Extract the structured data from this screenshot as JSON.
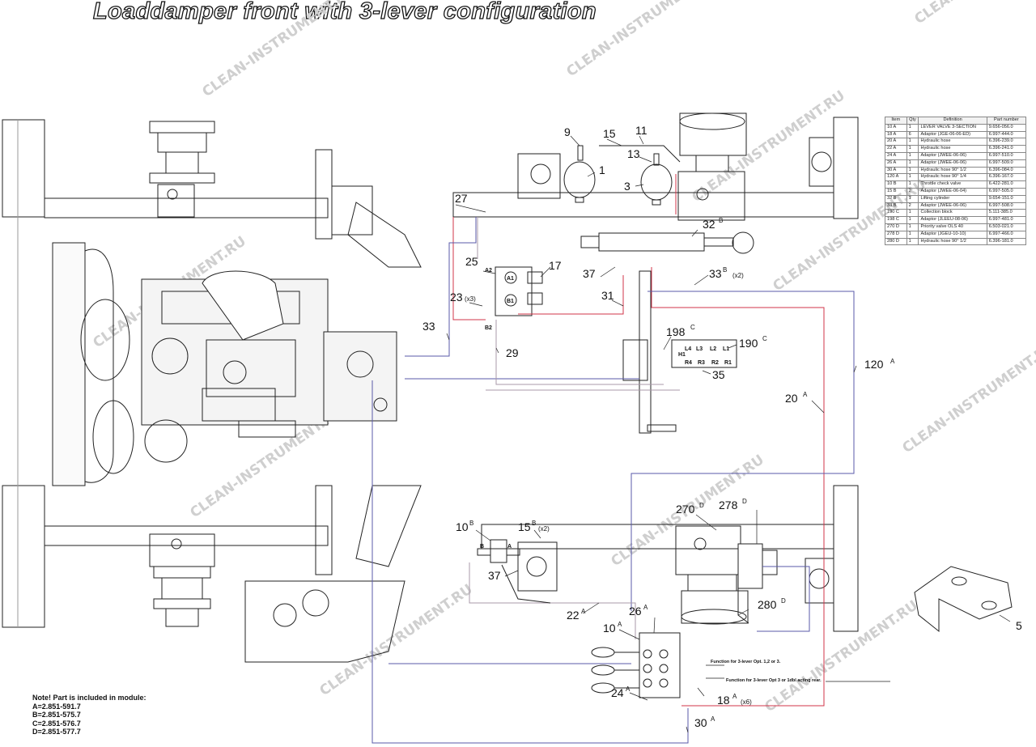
{
  "title": "Loaddamper front with 3-lever configuration",
  "watermark": "CLEAN-INSTRUMENT.RU",
  "parts_table": {
    "headers": [
      "Item",
      "Qty",
      "Definition",
      "Part number"
    ],
    "rows": [
      [
        "10 A",
        "1",
        "LEVER VALVE 3-SECTION",
        "9.656-056.0"
      ],
      [
        "18 A",
        "6",
        "Adaptor (JGE-06-06-ED)",
        "6.997-444.0"
      ],
      [
        "20 A",
        "1",
        "Hydraulic hose",
        "6.396-239.0"
      ],
      [
        "22 A",
        "1",
        "Hydraulic hose",
        "6.396-241.0"
      ],
      [
        "24 A",
        "1",
        "Adaptor (JWEE-06-06)",
        "6.997-510.0"
      ],
      [
        "26 A",
        "1",
        "Adaptor (JWEE-06-06)",
        "6.997-509.0"
      ],
      [
        "30 A",
        "1",
        "Hydraulic hose 90° 1/2",
        "6.396-084.0"
      ],
      [
        "120 A",
        "1",
        "Hydraulic hose 90° 1/4",
        "6.396-167.0"
      ],
      [
        "10 B",
        "1",
        "Throttle check valve",
        "6.422-281.0"
      ],
      [
        "15 B",
        "2",
        "Adaptor (JWEE-06-04)",
        "6.997-505.0"
      ],
      [
        "32 B",
        "1",
        "Lifting cylinder",
        "9.654-151.0"
      ],
      [
        "33 B",
        "2",
        "Adaptor (JWEE-06-06)",
        "6.997-508.0"
      ],
      [
        "190 C",
        "1",
        "Collection block",
        "5.111-385.0"
      ],
      [
        "198 C",
        "1",
        "Adaptor (JLEEU-08-06)",
        "6.997-481.0"
      ],
      [
        "270 D",
        "1",
        "Priority valve OLS 40",
        "6.503-021.0"
      ],
      [
        "278 D",
        "1",
        "Adaptor (JGEU-10-10)",
        "6.997-466.0"
      ],
      [
        "280 D",
        "1",
        "Hydraulic hose 90° 1/2",
        "6.396-181.0"
      ]
    ]
  },
  "module_note": {
    "heading": "Note! Part is included in module:",
    "lines": [
      "A=2.851-591.7",
      "B=2.851-575.7",
      "C=2.851-576.7",
      "D=2.851-577.7"
    ]
  },
  "function_notes": {
    "opt123": "Function for 3-lever Opt. 1,2 or 3.",
    "opt3dbl": "Function for 3-lever Opt 3 or 1dbl acting rear."
  },
  "callouts": {
    "c9": "9",
    "c15": "15",
    "c11": "11",
    "c13": "13",
    "c1": "1",
    "c3": "3",
    "c27": "27",
    "c32": "32",
    "c32s": "B",
    "c25": "25",
    "c17": "17",
    "c37a": "37",
    "c33b": "33",
    "c33bs": "B",
    "c33bq": "(x2)",
    "c23": "23",
    "c23q": "(x3)",
    "c31": "31",
    "c33": "33",
    "c29": "29",
    "c198": "198",
    "c198s": "C",
    "c190": "190",
    "c190s": "C",
    "c35": "35",
    "c120": "120",
    "c120s": "A",
    "c20": "20",
    "c20s": "A",
    "c10b": "10",
    "c10bs": "B",
    "c15b": "15",
    "c15bs": "B",
    "c15bq": "(x2)",
    "c270": "270",
    "c270s": "D",
    "c278": "278",
    "c278s": "D",
    "c37b": "37",
    "c280": "280",
    "c280s": "D",
    "c22": "22",
    "c22s": "A",
    "c26": "26",
    "c26s": "A",
    "c10a": "10",
    "c10as": "A",
    "c5": "5",
    "c24": "24",
    "c24s": "A",
    "c18": "18",
    "c18s": "A",
    "c18q": "(x6)",
    "c30": "30",
    "c30s": "A"
  },
  "ports": {
    "a1": "A1",
    "b1": "B1",
    "a2": "A2",
    "b2": "B2",
    "l4": "L4",
    "l3": "L3",
    "l2": "L2",
    "l1": "L1",
    "h1": "H1",
    "r4": "R4",
    "r3": "R3",
    "r2": "R2",
    "r1": "R1",
    "pa": "A",
    "pb": "B"
  },
  "colors": {
    "pressure_line": "#d0344a",
    "return_line": "#5a5aa8",
    "pilot_line": "#a898a8",
    "drawing": "#222222"
  }
}
